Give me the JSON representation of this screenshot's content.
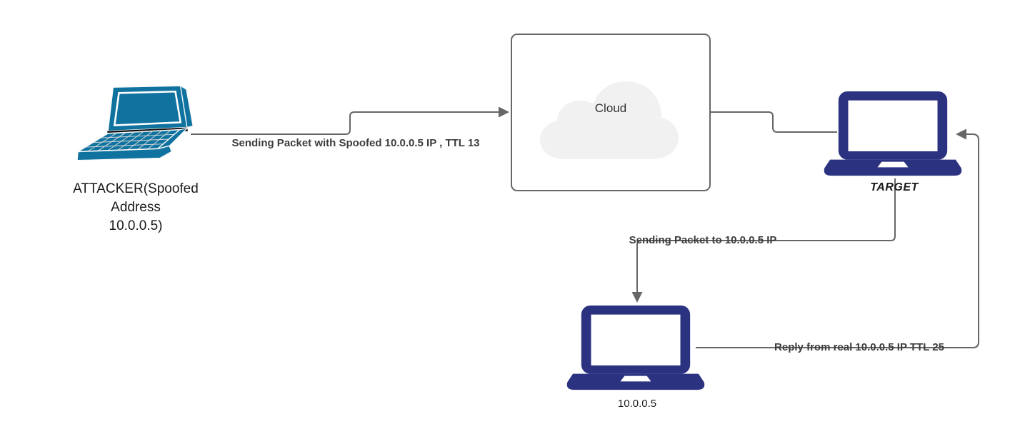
{
  "diagram": {
    "nodes": {
      "attacker": {
        "label": "ATTACKER(Spoofed\nAddress\n10.0.0.5)"
      },
      "cloud": {
        "label": "Cloud"
      },
      "target": {
        "label": "TARGET"
      },
      "real_host": {
        "label": "10.0.0.5"
      }
    },
    "edges": [
      {
        "id": "attacker-to-cloud",
        "label": "Sending Packet with Spoofed 10.0.0.5 IP , TTL 13"
      },
      {
        "id": "cloud-to-target",
        "label": ""
      },
      {
        "id": "target-to-realhost",
        "label": "Sending Packet to 10.0.0.5 IP"
      },
      {
        "id": "realhost-to-target",
        "label": "Reply from real 10.0.0.5 IP TTL 25"
      }
    ],
    "colors": {
      "laptop_teal": "#10739F",
      "laptop_navy": "#2B3280",
      "connector": "#666666",
      "edge_label_text": "#3D3D3D",
      "node_label_text": "#1A1A1A",
      "cloud_fill": "#F1F1F1",
      "cloud_border": "#666666",
      "background": "#FFFFFF"
    }
  }
}
